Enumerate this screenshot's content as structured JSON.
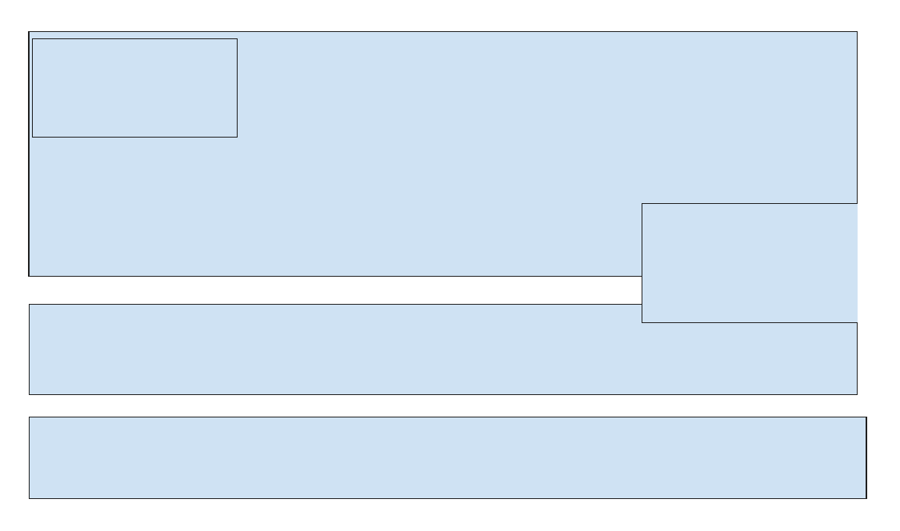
{
  "colors": {
    "panel_fill": "#cfe2f3",
    "border": "#1f1f1f",
    "background": "#ffffff"
  },
  "panels": [
    {
      "name": "main-panel",
      "label": ""
    },
    {
      "name": "inset-top-left",
      "label": ""
    },
    {
      "name": "middle-panel",
      "label": ""
    },
    {
      "name": "right-overlay-panel",
      "label": ""
    },
    {
      "name": "bottom-panel",
      "label": ""
    }
  ]
}
